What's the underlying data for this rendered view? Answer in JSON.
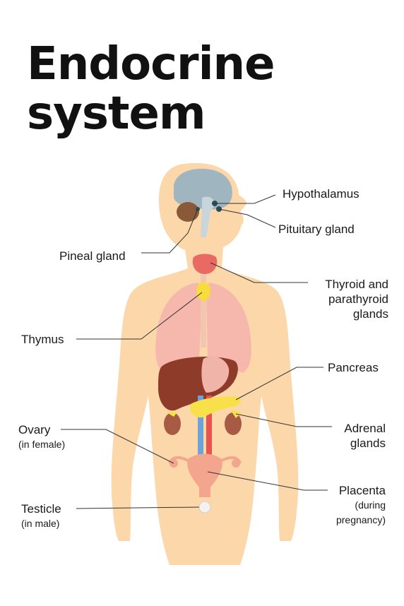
{
  "title": {
    "line1": "Endocrine",
    "line2": "system"
  },
  "colors": {
    "skin": "#fcd7aa",
    "brain": "#9fb5bf",
    "thyroid": "#e86a63",
    "thymus": "#f7dc3c",
    "lungs": "#f6b8ac",
    "liver": "#8e3b2a",
    "pancreas": "#f7e04a",
    "kidney": "#a75a44",
    "uterus": "#f4a58d",
    "leader": "#333333"
  },
  "labels": {
    "hypothalamus": "Hypothalamus",
    "pituitary": "Pituitary gland",
    "pineal": "Pineal gland",
    "thyroid_1": "Thyroid and",
    "thyroid_2": "parathyroid",
    "thyroid_3": "glands",
    "thymus": "Thymus",
    "pancreas": "Pancreas",
    "adrenal_1": "Adrenal",
    "adrenal_2": "glands",
    "ovary": "Ovary",
    "ovary_note": "(in female)",
    "placenta": "Placenta",
    "placenta_note_1": "(during",
    "placenta_note_2": "pregnancy)",
    "testicle": "Testicle",
    "testicle_note": "(in male)"
  }
}
